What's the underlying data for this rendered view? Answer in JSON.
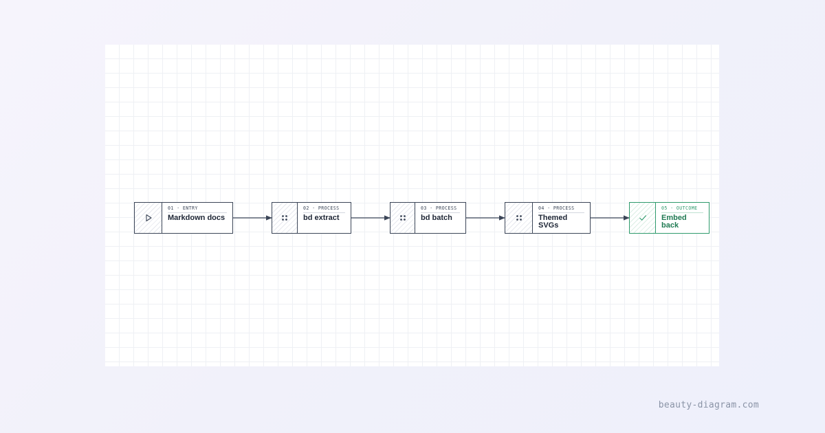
{
  "diagram": {
    "nodes": [
      {
        "index": "01",
        "kind": "ENTRY",
        "label": "Markdown docs",
        "icon": "play-icon"
      },
      {
        "index": "02",
        "kind": "PROCESS",
        "label": "bd extract",
        "icon": "dots-grid-icon"
      },
      {
        "index": "03",
        "kind": "PROCESS",
        "label": "bd batch",
        "icon": "dots-grid-icon"
      },
      {
        "index": "04",
        "kind": "PROCESS",
        "label": "Themed SVGs",
        "icon": "dots-grid-icon"
      },
      {
        "index": "05",
        "kind": "OUTCOME",
        "label": "Embed back",
        "icon": "check-icon"
      }
    ],
    "edges": [
      {
        "from": "01",
        "to": "02"
      },
      {
        "from": "02",
        "to": "03"
      },
      {
        "from": "03",
        "to": "04"
      },
      {
        "from": "04",
        "to": "05"
      }
    ]
  },
  "colors": {
    "ink": "#3b4557",
    "outcome": "#2e9a6c"
  },
  "footer": {
    "site": "beauty-diagram.com"
  }
}
